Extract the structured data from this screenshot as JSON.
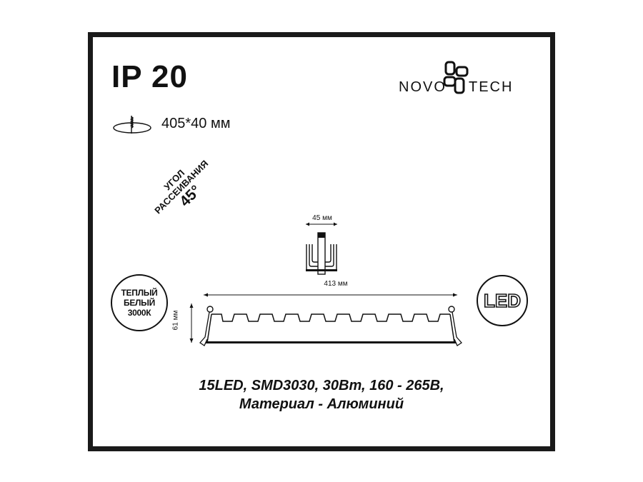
{
  "product_sheet": {
    "ip_rating": "IP 20",
    "cutout_dimensions": "405*40 мм",
    "brand_logo": {
      "text_left": "NOVO",
      "text_right": "TECH",
      "full_name": "NOVOTECH"
    },
    "beam_angle": {
      "line1": "УГОЛ",
      "line2": "РАССЕИВАНИЯ",
      "value": "45°"
    },
    "color_temperature_badge": {
      "line1": "ТЕПЛЫЙ",
      "line2": "БЕЛЫЙ",
      "line3": "3000К"
    },
    "led_badge": {
      "text": "LED"
    },
    "drawings": {
      "side_view": {
        "width_label": "45 мм"
      },
      "front_view": {
        "width_label": "413 мм",
        "height_label": "61 мм",
        "fins_count": 9
      }
    },
    "specs": {
      "line1": "15LED, SMD3030, 30Вт, 160 - 265В,",
      "line2": "Материал - Алюминий"
    },
    "colors": {
      "frame": "#1a1a1a",
      "ink": "#111111",
      "background": "#ffffff"
    }
  }
}
